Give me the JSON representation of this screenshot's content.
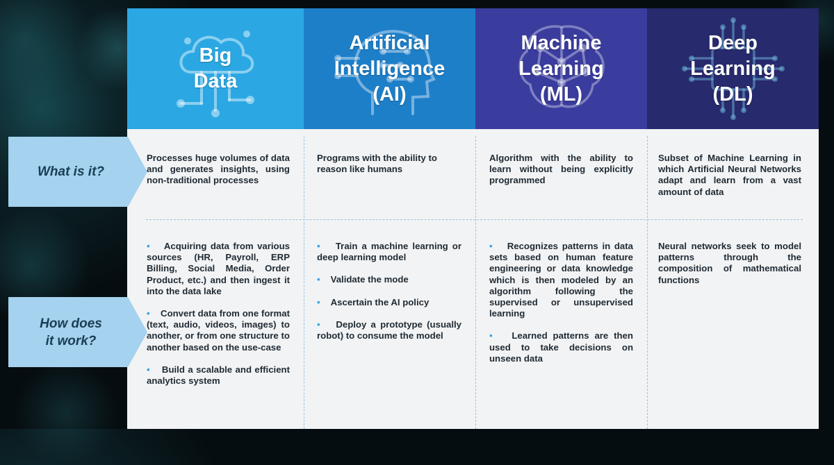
{
  "columns": [
    {
      "id": "big-data",
      "title_lines": [
        "Big",
        "Data"
      ],
      "icon": "cloud-circuit-icon",
      "what": "Processes huge volumes of data and generates insights, using non-traditional processes",
      "how": [
        "Acquiring data from various sources (HR, Payroll, ERP Billing, Social Media, Order Product, etc.) and then ingest it into the data lake",
        "Convert data from one format (text, audio, videos, images) to another, or from one structure to another based on the use-case",
        "Build a scalable and efficient analytics system"
      ]
    },
    {
      "id": "ai",
      "title_lines": [
        "Artificial",
        "Intelligence",
        "(AI)"
      ],
      "icon": "head-circuit-icon",
      "what": "Programs with the ability to reason like humans",
      "how": [
        "Train a machine learning or deep learning model",
        "Validate the mode",
        "Ascertain the AI policy",
        "Deploy a prototype (usually robot) to consume the model"
      ]
    },
    {
      "id": "ml",
      "title_lines": [
        "Machine",
        "Learning",
        "(ML)"
      ],
      "icon": "brain-network-icon",
      "what": "Algorithm with the ability to learn without being explicitly programmed",
      "how": [
        "Recognizes patterns in data sets based on human feature engineering or data knowledge which is then modeled by an algorithm following the supervised or unsupervised learning",
        "Learned patterns are then used to take decisions on unseen data"
      ]
    },
    {
      "id": "dl",
      "title_lines": [
        "Deep",
        "Learning",
        "(DL)"
      ],
      "icon": "chip-circuit-icon",
      "what": "Subset of Machine Learning in which Artificial Neural Networks adapt and learn from a vast amount of data",
      "how_plain": "Neural networks seek to model patterns through the composition of mathematical functions"
    }
  ],
  "rows": {
    "what_label": "What is it?",
    "how_label_lines": [
      "How does",
      "it work?"
    ]
  },
  "colors": {
    "big_data": "#2ba8e3",
    "ai": "#1e7fc9",
    "ml": "#3a3c9e",
    "dl": "#272a6d",
    "row_label": "#a4d2ef",
    "bullet": "#36a3df"
  }
}
